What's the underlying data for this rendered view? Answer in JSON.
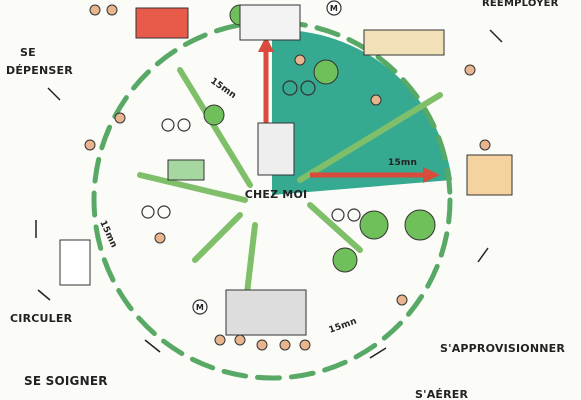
{
  "diagram": {
    "center_label": "CHEZ MOI",
    "activities": {
      "se_depenser": [
        "SE",
        "DÉPENSER"
      ],
      "circuler": "CIRCULER",
      "se_soigner": "SE SOIGNER",
      "s_approvisionner": "S'APPROVISIONNER",
      "reemployer": "RÉEMPLOYER",
      "s_aerer": "S'AÉRER"
    },
    "distance_labels": [
      "15mn",
      "15mn",
      "15mn",
      "15mn"
    ],
    "metro_sign": "M",
    "colors": {
      "green_sector": "#2aa58a",
      "dashed_circle": "#58a866",
      "red_arrow": "#d94b3a",
      "road": "#7fbf6a",
      "ink": "#222222"
    }
  }
}
